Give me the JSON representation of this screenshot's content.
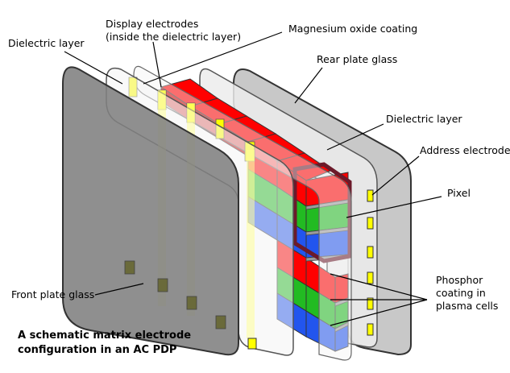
{
  "labels": {
    "dielectric_front": "Dielectric layer",
    "display_electrodes_l1": "Display electrodes",
    "display_electrodes_l2": "(inside the dielectric layer)",
    "mgo": "Magnesium oxide coating",
    "rear_glass": "Rear plate glass",
    "dielectric_rear": "Dielectric layer",
    "address_electrode": "Address electrode",
    "pixel": "Pixel",
    "phosphor_l1": "Phosphor",
    "phosphor_l2": "coating in",
    "phosphor_l3": "plasma cells",
    "front_glass": "Front plate glass"
  },
  "caption": {
    "line1": "A schematic matrix electrode",
    "line2": "configuration in an AC PDP"
  },
  "colors": {
    "phosphor_red": "#ff0000",
    "phosphor_green": "#22bb22",
    "phosphor_blue": "#2255ee",
    "pixel_outline": "#6b1a2a",
    "electrode": "#ffff00",
    "front_glass": "#808080"
  }
}
